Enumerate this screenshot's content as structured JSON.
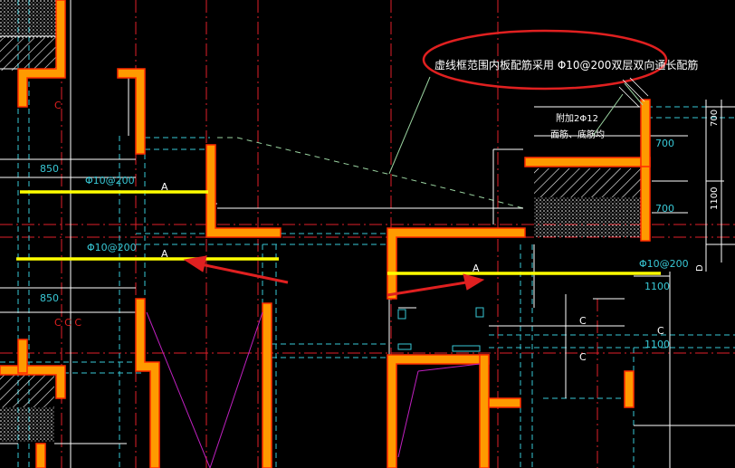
{
  "colors": {
    "background": "#000000",
    "wall": "#ff9a00",
    "wall_edge": "#ff2a00",
    "grid_red": "#e0202a",
    "cyan": "#38c8d6",
    "white": "#ffffff",
    "yellow": "#ffff00",
    "magenta": "#c020c0",
    "callout_red": "#e02020",
    "leader_green": "#9ad3a0",
    "hatch": "#ffffff"
  },
  "annotations": {
    "note_cn": "虚线框范围内板配筋采用 Φ10@200双层双向通长配筋",
    "extra_bars_line1": "附加2Φ12",
    "extra_bars_line2": "面筋、底筋均"
  },
  "rebar_labels": {
    "left_top": "Φ10@200",
    "left_mid": "Φ10@200",
    "right": "Φ10@200"
  },
  "dimensions": {
    "d850_top": "850",
    "d850_bottom": "850",
    "d700_a": "700",
    "d700_b": "700",
    "d1100_a": "1100",
    "d1100_b": "1100",
    "side_700": "700",
    "side_1100": "1100",
    "side_D": "D"
  },
  "markers": {
    "c1": "C",
    "c2": "C",
    "c3": "C",
    "c4": "C",
    "a1": "A",
    "a2": "A",
    "a3": "A",
    "ccc": "C C C"
  }
}
